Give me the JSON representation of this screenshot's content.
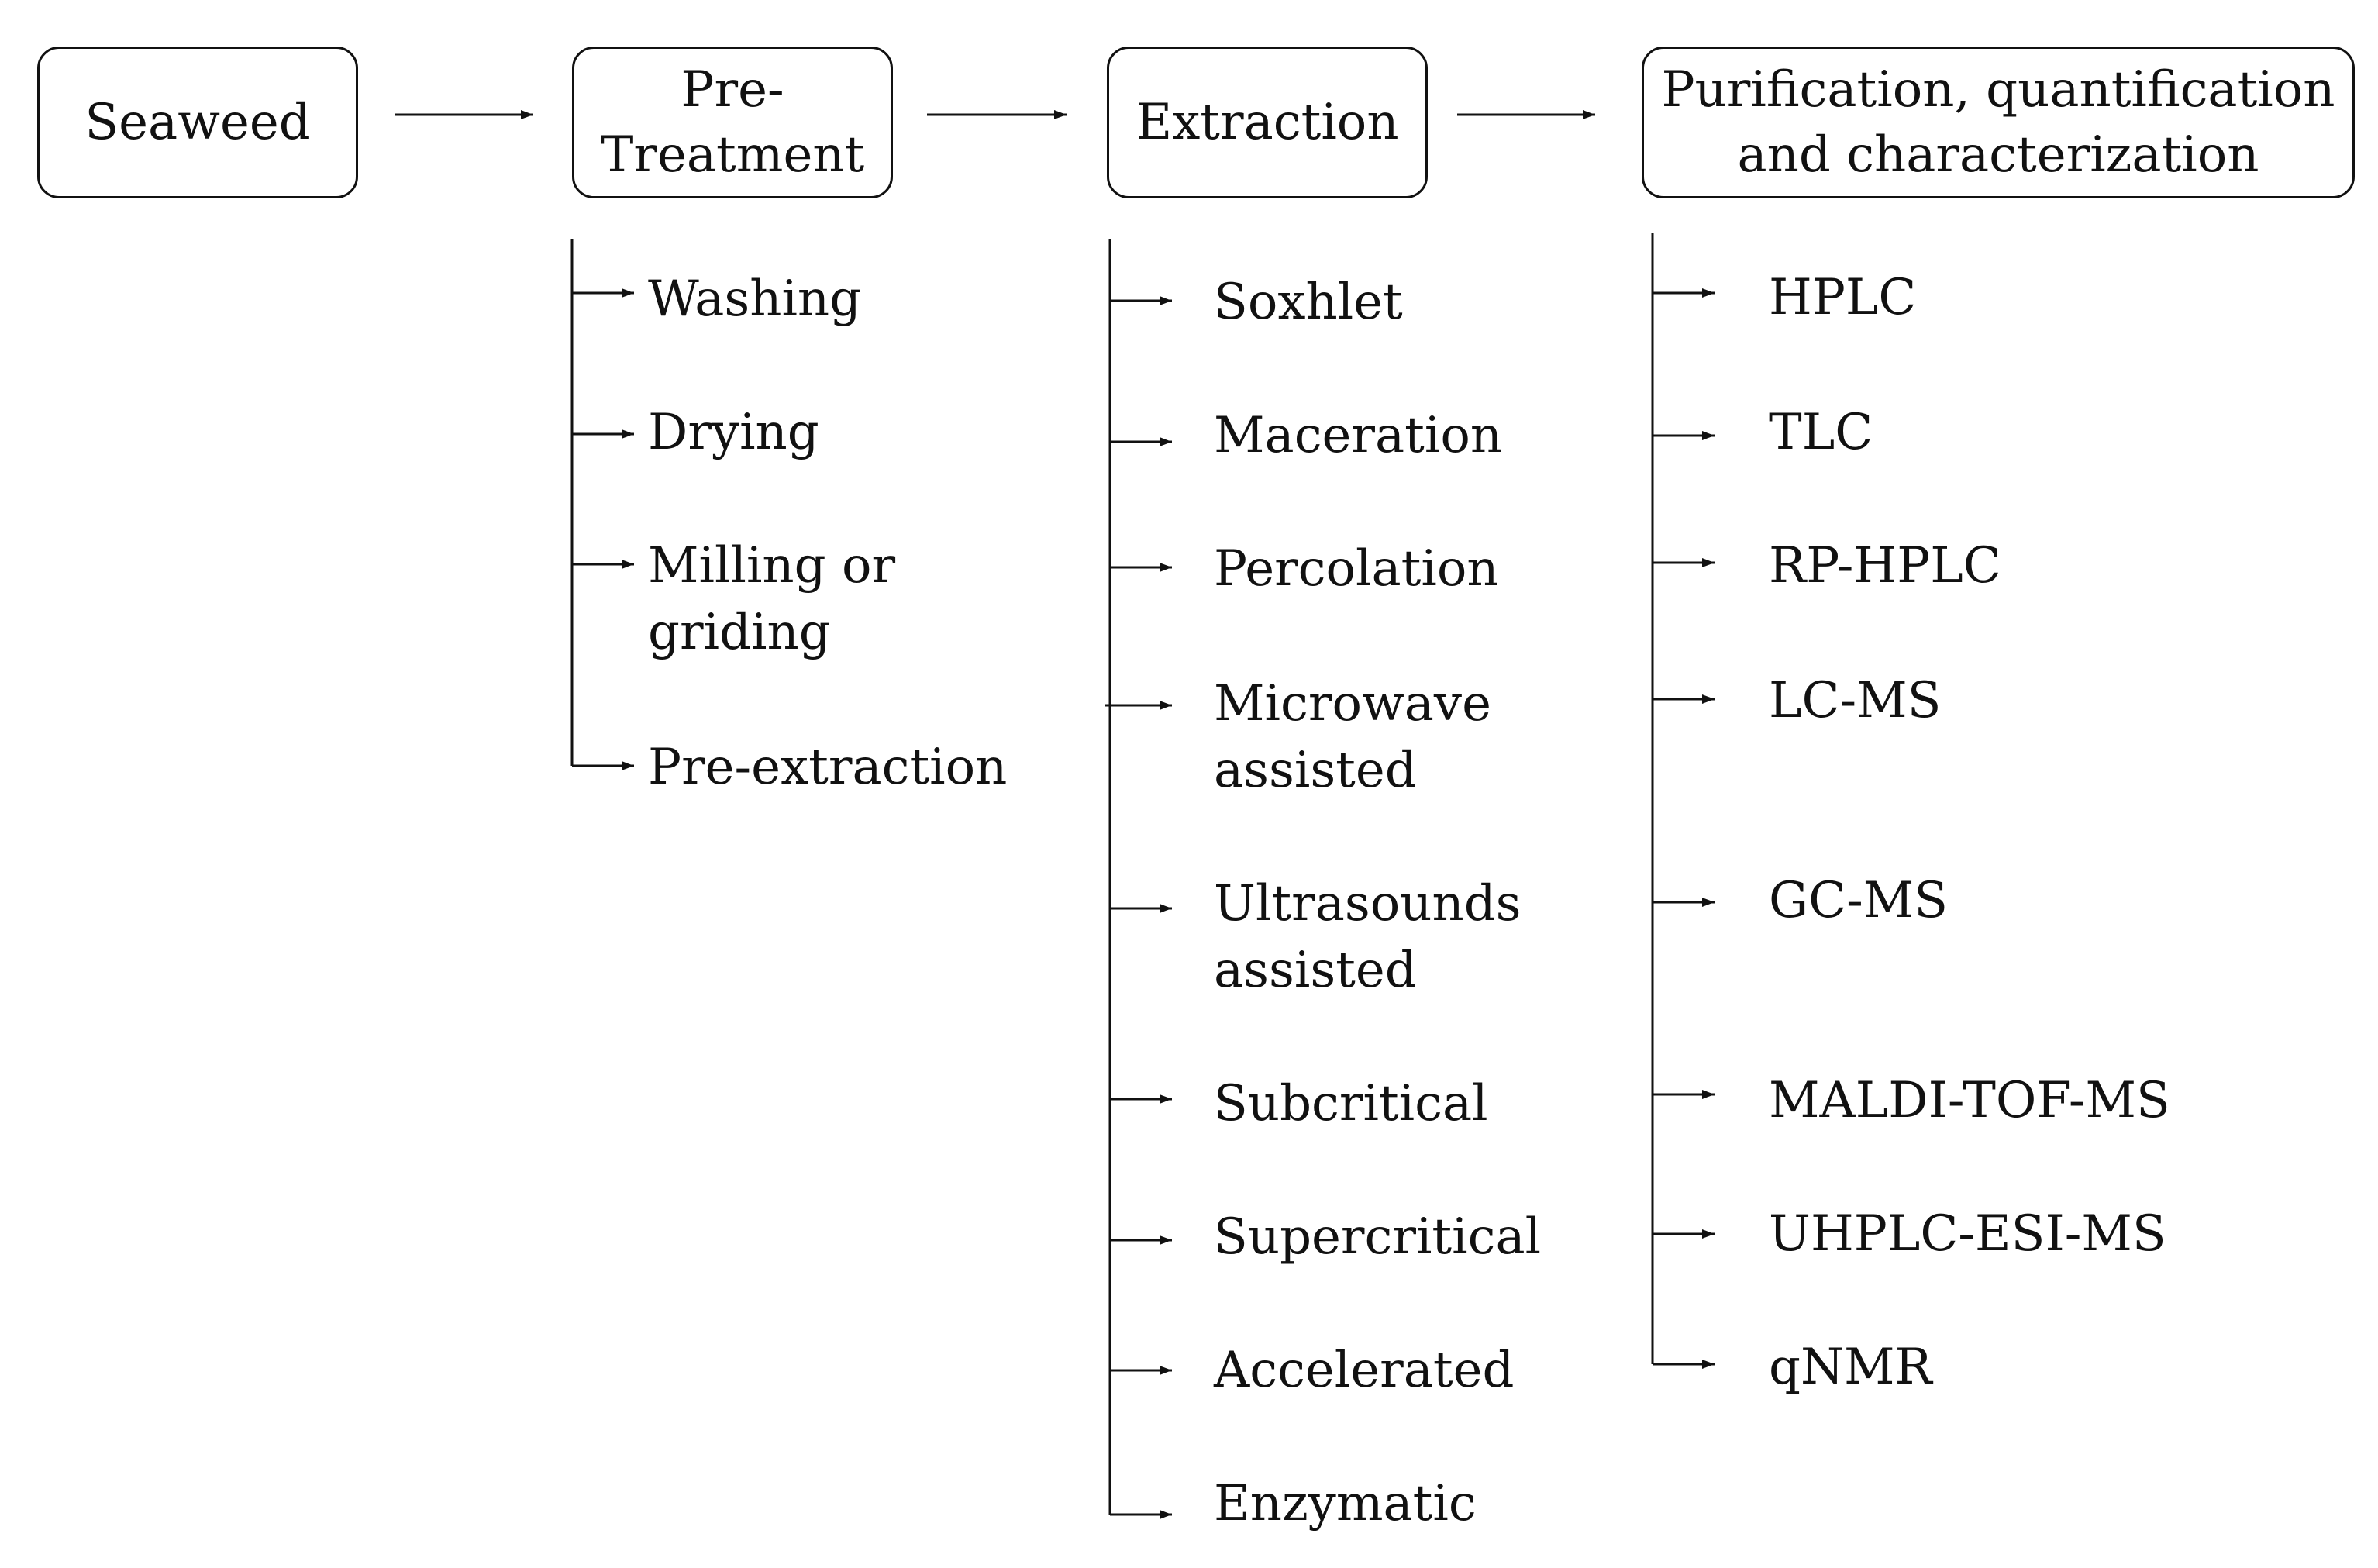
{
  "stages": {
    "seaweed": "Seaweed",
    "pretreatment": "Pre-\nTreatment",
    "extraction": "Extraction",
    "purification": "Purification, quantification\nand characterization"
  },
  "pretreatment_steps": [
    "Washing",
    "Drying",
    "Milling or\ngriding",
    "Pre-extraction"
  ],
  "extraction_methods": [
    "Soxhlet",
    "Maceration",
    "Percolation",
    "Microwave\nassisted",
    "Ultrasounds\nassisted",
    "Subcritical",
    "Supercritical",
    "Accelerated",
    "Enzymatic"
  ],
  "analysis_methods": [
    "HPLC",
    "TLC",
    "RP-HPLC",
    "LC-MS",
    "GC-MS",
    "MALDI-TOF-MS",
    "UHPLC-ESI-MS",
    "qNMR"
  ]
}
